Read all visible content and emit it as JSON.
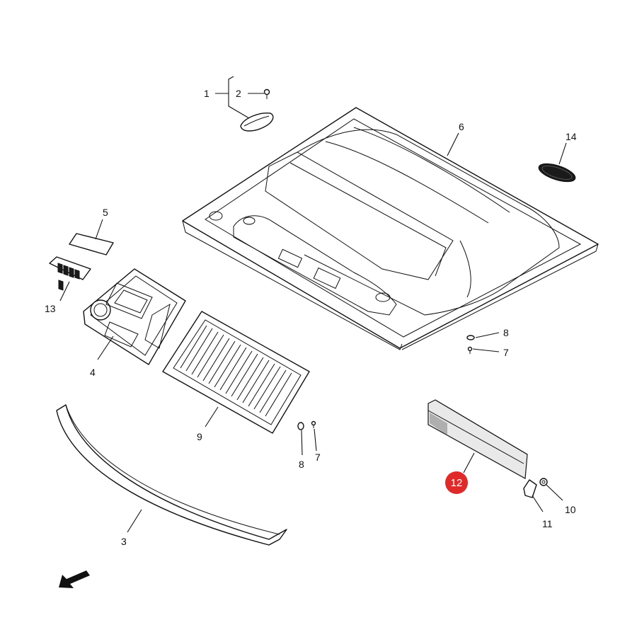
{
  "callouts": {
    "c1": "1",
    "c2": "2",
    "c3": "3",
    "c4": "4",
    "c5": "5",
    "c6": "6",
    "c7a": "7",
    "c7b": "7",
    "c8a": "8",
    "c8b": "8",
    "c9": "9",
    "c10": "10",
    "c11": "11",
    "c12": "12",
    "c13": "13",
    "c14": "14"
  },
  "highlight": {
    "part": "12",
    "color": "#e02a2a"
  },
  "icons": {
    "direction": "front-direction-arrow-icon"
  }
}
